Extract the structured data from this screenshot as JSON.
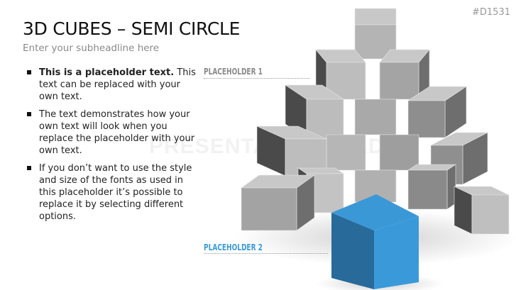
{
  "slide": {
    "title": "3D CUBES – SEMI CIRCLE",
    "subtitle": "Enter your subheadline here",
    "code": "#D1531",
    "bullets": [
      {
        "bold": "This is a placeholder text.",
        "text": " This text can be replaced with your own text."
      },
      {
        "bold": "",
        "text": "The text demonstrates how your own text will look when you replace the placeholder with your own text."
      },
      {
        "bold": "",
        "text": "If you don’t want to use the style and size of the fonts as used in this placeholder it’s possible to replace it by selecting different options."
      }
    ],
    "placeholder1": "PLACEHOLDER 1",
    "placeholder2": "PLACEHOLDER 2",
    "watermark": "PRESENTATIONLOAD"
  },
  "colors": {
    "accent": "#3a9ad9",
    "gray": "#a8a8a8"
  }
}
